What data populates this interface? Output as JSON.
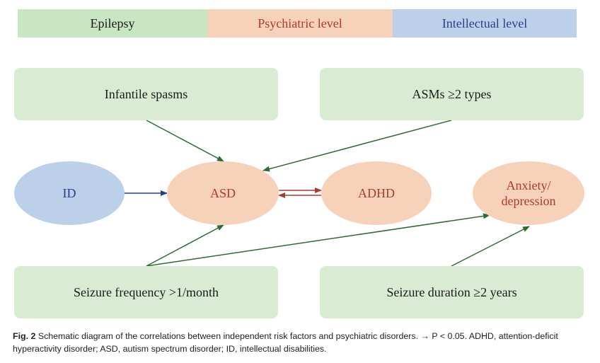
{
  "legend": {
    "epilepsy": "Epilepsy",
    "psychiatric": "Psychiatric level",
    "intellectual": "Intellectual level"
  },
  "nodes": {
    "infantile_spasms": "Infantile spasms",
    "asms": "ASMs ≥2 types",
    "id": "ID",
    "asd": "ASD",
    "adhd": "ADHD",
    "anxiety": "Anxiety/ depression",
    "seizure_frequency": "Seizure frequency >1/month",
    "seizure_duration": "Seizure duration ≥2 years"
  },
  "caption": {
    "label": "Fig. 2",
    "text": "Schematic diagram of the correlations between independent risk factors and psychiatric disorders. → P < 0.05. ADHD, attention-deficit hyperactivity disorder; ASD, autism spectrum disorder; ID, intellectual disabilities."
  },
  "colors": {
    "epilepsy_fill": "#d9ecd3",
    "psychiatric_fill": "#f6d2bb",
    "intellectual_fill": "#bcd0ea",
    "green_arrow": "#2e6b33",
    "blue_arrow": "#2a3f8a",
    "red_arrow": "#b03a2a"
  }
}
